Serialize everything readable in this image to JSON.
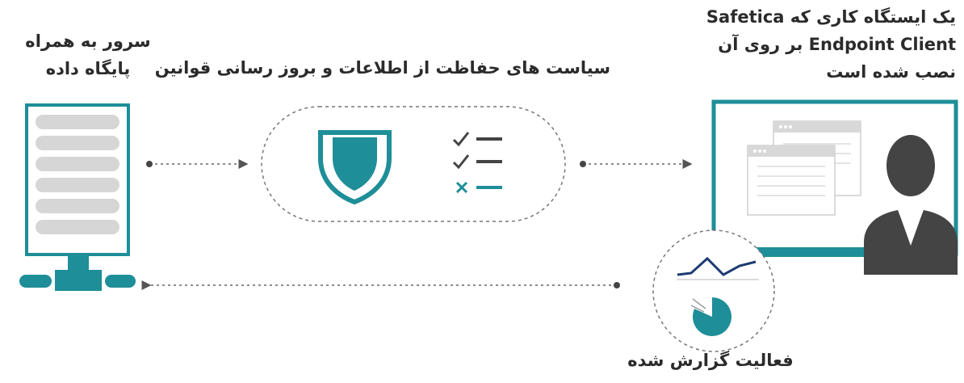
{
  "labels": {
    "server": [
      "سرور به همراه",
      "پایگاه داده"
    ],
    "policy": "سیاست های حفاظت از اطلاعات و بروز رسانی قوانین",
    "client": [
      "یک ایستگاه کاری که Safetica",
      "Endpoint Client بر روی آن",
      "نصب شده است"
    ],
    "report": "فعالیت گزارش شده"
  },
  "colors": {
    "teal": "#1e8e98",
    "gray_text": "#4a4a4a",
    "light_gray": "#d6d6d6",
    "dark_gray": "#444444",
    "navy": "#1f3b74"
  },
  "icons": {
    "server": "server-icon",
    "shield": "shield-icon",
    "checklist": "checklist-icon",
    "monitor": "monitor-icon",
    "user": "user-icon",
    "chart": "line-chart-icon",
    "pie": "pie-chart-icon"
  }
}
